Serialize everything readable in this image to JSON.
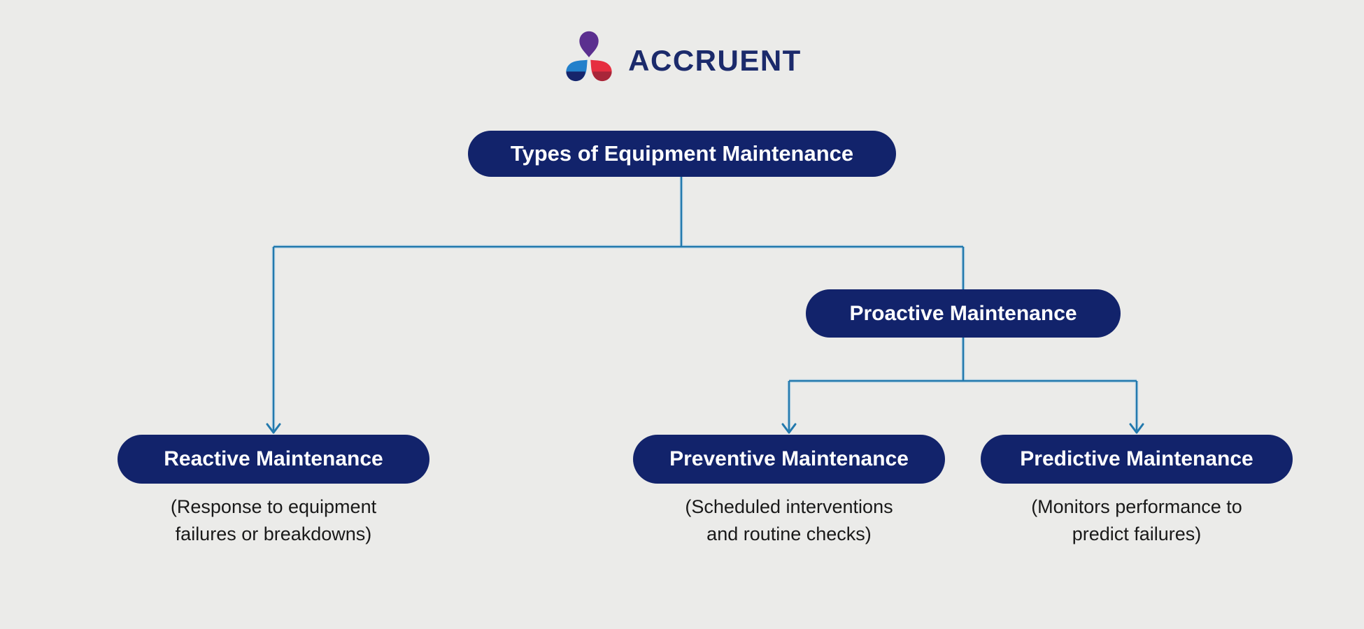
{
  "background_color": "#ebebe9",
  "logo": {
    "wordmark": "ACCRUENT",
    "wordmark_color": "#1b2a6b",
    "mark_colors": {
      "purple": "#5b2f8f",
      "blue_light": "#2280cb",
      "blue_dark": "#16246b",
      "red_light": "#e62e40",
      "red_dark": "#a82639"
    }
  },
  "diagram": {
    "connector_color": "#2279ad",
    "node_bg_color": "#12236b",
    "node_text_color": "#ffffff",
    "caption_text_color": "#191919",
    "nodes": {
      "root": {
        "label": "Types of Equipment Maintenance"
      },
      "proactive": {
        "label": "Proactive Maintenance"
      },
      "reactive": {
        "label": "Reactive Maintenance",
        "caption": [
          "(Response to equipment",
          "failures or breakdowns)"
        ]
      },
      "preventive": {
        "label": "Preventive Maintenance",
        "caption": [
          "(Scheduled interventions",
          "and routine checks)"
        ]
      },
      "predictive": {
        "label": "Predictive Maintenance",
        "caption": [
          "(Monitors performance to",
          "predict failures)"
        ]
      }
    }
  }
}
